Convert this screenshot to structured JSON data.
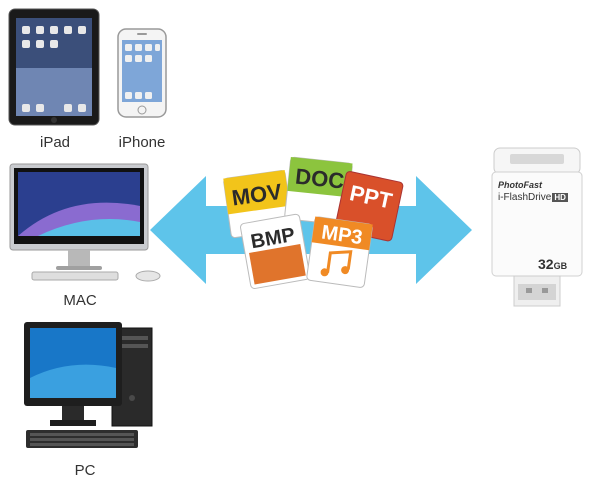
{
  "devices": {
    "ipad": {
      "label": "iPad"
    },
    "iphone": {
      "label": "iPhone"
    },
    "mac": {
      "label": "MAC"
    },
    "pc": {
      "label": "PC"
    }
  },
  "file_types": [
    "MOV",
    "DOC",
    "PPT",
    "BMP",
    "MP3"
  ],
  "drive": {
    "brand": "PhotoFast",
    "model": "i-FlashDrive",
    "model_badge": "HD",
    "capacity": "32",
    "capacity_unit": "GB"
  },
  "colors": {
    "arrow": "#5ec4ea",
    "mov": "#f2c41a",
    "doc": "#8cc43e",
    "ppt": "#d9502a",
    "mp3": "#f08a24",
    "bmp": "#2f6cb4"
  }
}
